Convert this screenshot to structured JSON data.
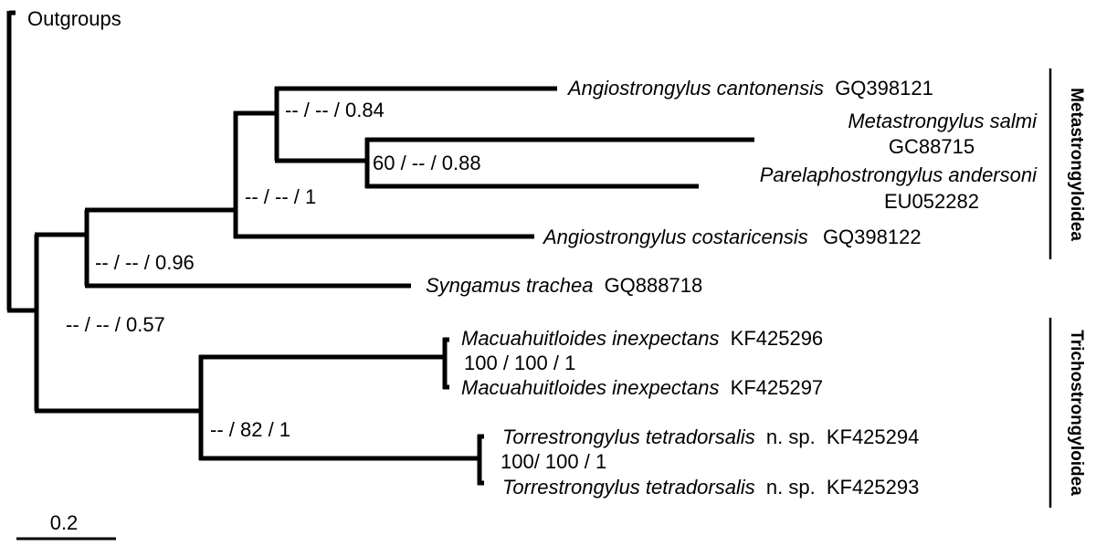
{
  "outgroup_label": "Outgroups",
  "taxa": [
    {
      "genus_species": "Angiostrongylus cantonensis",
      "qualifier": "",
      "accession": "GQ398121"
    },
    {
      "genus_species": "Metastrongylus salmi",
      "qualifier": "",
      "accession": "GC88715"
    },
    {
      "genus_species": "Parelaphostrongylus andersoni",
      "qualifier": "",
      "accession": "EU052282"
    },
    {
      "genus_species": "Angiostrongylus costaricensis",
      "qualifier": "",
      "accession": "GQ398122"
    },
    {
      "genus_species": "Syngamus trachea",
      "qualifier": "",
      "accession": "GQ888718"
    },
    {
      "genus_species": "Macuahuitloides inexpectans",
      "qualifier": "",
      "accession": "KF425296"
    },
    {
      "genus_species": "Macuahuitloides inexpectans",
      "qualifier": "",
      "accession": "KF425297"
    },
    {
      "genus_species": "Torrestrongylus tetradorsalis",
      "qualifier": "n. sp.",
      "accession": "KF425294"
    },
    {
      "genus_species": "Torrestrongylus tetradorsalis",
      "qualifier": "n. sp.",
      "accession": "KF425293"
    }
  ],
  "support_values": {
    "cantonensis_group": "-- / -- / 0.84",
    "metastrongylus_parelaphostrongylus": "60 / -- / 0.88",
    "metastrongyloidea_core": "-- / -- / 1",
    "with_syngamus": "-- / -- / 0.96",
    "root_ingroup": "-- / -- / 0.57",
    "trichostrongyloidea": "-- / 82 / 1",
    "macuahuitloides": "100 / 100  / 1",
    "torrestrongylus": "100/ 100 / 1"
  },
  "groups": {
    "metastrongyloidea": "Metastrongyloidea",
    "trichostrongyloidea": "Trichostrongyloidea"
  },
  "scale_bar": {
    "label": "0.2",
    "length": 0.2
  }
}
